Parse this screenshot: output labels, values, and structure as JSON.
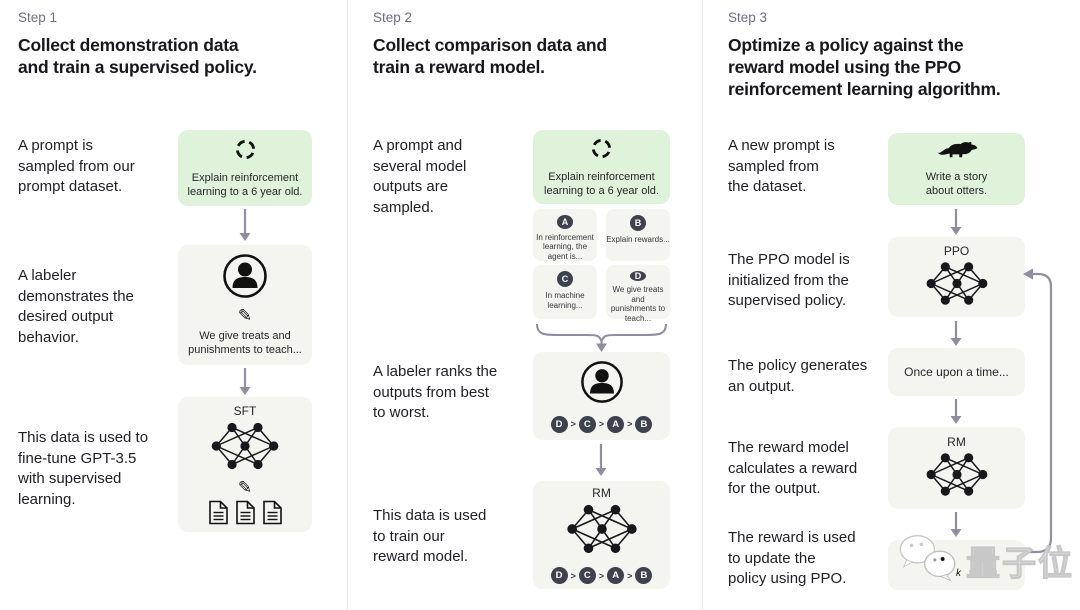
{
  "colors": {
    "green_box": "#def3d9",
    "gray_box": "#f4f4f1",
    "arrow": "#8e8ea0",
    "chip_bg": "#40414f",
    "step_label": "#6e6e80",
    "divider": "#e9e9e7"
  },
  "icons": {
    "pencil": "✎",
    "refresh": "circular-arrows",
    "labeler": "person-in-circle",
    "network": "neural-network-nodes",
    "documents": "three-pages",
    "otter": "otter-silhouette",
    "watermark_logo": "chat-bubbles"
  },
  "watermark": {
    "text": "量子位",
    "partial_glyph": "k"
  },
  "steps": [
    {
      "label": "Step 1",
      "title": "Collect demonstration data\nand train a supervised policy.",
      "captions": [
        "A prompt is\nsampled from our\nprompt dataset.",
        "A labeler\ndemonstrates the\ndesired output\nbehavior.",
        "This data is used to\nfine-tune GPT-3.5\nwith supervised\nlearning."
      ],
      "prompt_box": {
        "text": "Explain reinforcement\nlearning to a 6 year old."
      },
      "labeler_box": {
        "text": "We give treats and\npunishments to teach..."
      },
      "model_box": {
        "label": "SFT"
      }
    },
    {
      "label": "Step 2",
      "title": "Collect comparison data and\ntrain a reward model.",
      "captions": [
        "A prompt and\nseveral model\noutputs are\nsampled.",
        "A labeler ranks the\noutputs from best\nto worst.",
        "This data is used\nto train our\nreward model."
      ],
      "prompt_box": {
        "text": "Explain reinforcement\nlearning to a 6 year old."
      },
      "outputs": [
        {
          "letter": "A",
          "text": "In reinforcement\nlearning, the\nagent is..."
        },
        {
          "letter": "B",
          "text": "Explain rewards..."
        },
        {
          "letter": "C",
          "text": "In machine\nlearning..."
        },
        {
          "letter": "D",
          "text": "We give treats and\npunishments to\nteach..."
        }
      ],
      "ranking": {
        "items": [
          "D",
          "C",
          "A",
          "B"
        ],
        "separator": ">"
      },
      "model_box": {
        "label": "RM"
      }
    },
    {
      "label": "Step 3",
      "title": "Optimize a policy against the\nreward model using the PPO\nreinforcement learning algorithm.",
      "captions": [
        "A new prompt is\nsampled from\nthe dataset.",
        "The PPO model is\ninitialized from the\nsupervised policy.",
        "The policy generates\nan output.",
        "The reward model\ncalculates a reward\nfor the output.",
        "The reward is used\nto update the\npolicy using PPO."
      ],
      "prompt_box": {
        "text": "Write a story\nabout otters."
      },
      "ppo_box": {
        "label": "PPO"
      },
      "output_box": {
        "text": "Once upon a time..."
      },
      "rm_box": {
        "label": "RM"
      }
    }
  ]
}
